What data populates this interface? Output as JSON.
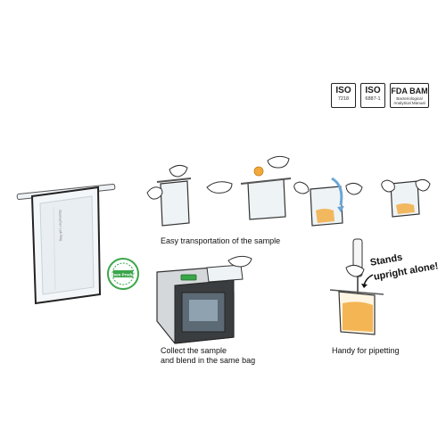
{
  "badges": [
    {
      "title": "ISO",
      "sub": "7218"
    },
    {
      "title": "ISO",
      "sub": "6887-1"
    },
    {
      "title": "FDA BAM",
      "sub": "Bacteriological Analytical Manual"
    }
  ],
  "stamp_text": "Green Product",
  "bag_print": "Stomacher Lab Bag",
  "captions": {
    "transport": "Easy transportation of the sample",
    "collect_line1": "Collect the sample",
    "collect_line2": "and blend in the same bag",
    "pipetting": "Handy for pipetting",
    "stands_line1": "Stands",
    "stands_line2": "upright alone!"
  },
  "colors": {
    "accent_green": "#3aa64a",
    "sample_orange": "#f2a93b",
    "arrow_blue": "#6aa6d6"
  }
}
